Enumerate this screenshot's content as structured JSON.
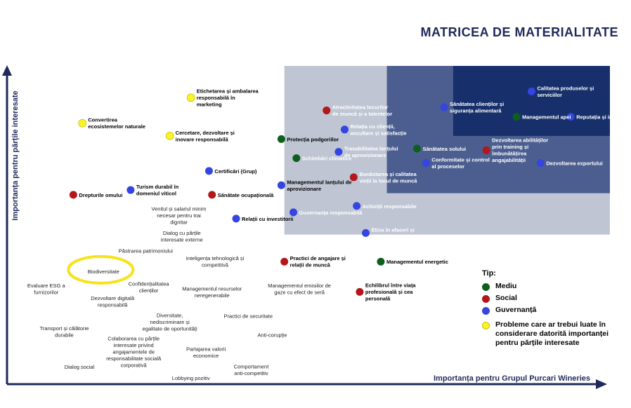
{
  "title": "MATRICEA DE MATERIALITATE",
  "colors": {
    "axis": "#1f2a5a",
    "green": "#0e5e1e",
    "red": "#b3161b",
    "blue": "#3445e0",
    "yellow": "#f7f229",
    "zone_light": "#bfc5d3",
    "zone_mid": "#4b5e8f",
    "zone_dark": "#17306b",
    "highlight": "#f7e31b"
  },
  "legend": {
    "title": "Tip:",
    "items": [
      {
        "label": "Mediu",
        "color": "#0e5e1e"
      },
      {
        "label": "Social",
        "color": "#b3161b"
      },
      {
        "label": "Guvernanță",
        "color": "#3445e0"
      },
      {
        "label": "Probleme care ar trebui luate în considerare datorită importanței pentru părțile interesate",
        "color": "#f7f229"
      }
    ]
  },
  "chart_data": {
    "type": "scatter",
    "xlabel": "Importanța pentru Grupul Purcari Wineries",
    "ylabel": "Importanța pentru părțile interesate",
    "xlim": [
      0,
      100
    ],
    "ylim": [
      0,
      100
    ],
    "zones": [
      {
        "level": "light",
        "x": [
          46,
          100
        ],
        "y": [
          47,
          100
        ]
      },
      {
        "level": "mid",
        "x": [
          63,
          100
        ],
        "y": [
          60,
          100
        ]
      },
      {
        "level": "dark",
        "x": [
          74,
          100
        ],
        "y": [
          78,
          100
        ]
      }
    ],
    "points": [
      {
        "label": "Calitatea produselor și serviciilor",
        "category": "guvernanta",
        "x": 87,
        "y": 92,
        "dark": true
      },
      {
        "label": "Reputația și imaginea",
        "category": "guvernanta",
        "x": 93.5,
        "y": 84,
        "dark": true
      },
      {
        "label": "Sănătatea clienților și siguranța alimentară",
        "category": "guvernanta",
        "x": 72.5,
        "y": 87,
        "dark": true
      },
      {
        "label": "Managementul apei",
        "category": "mediu",
        "x": 84.5,
        "y": 84,
        "dark": true
      },
      {
        "label": "Atractivitatea locurilor de muncă și a talentelor",
        "category": "social",
        "x": 53,
        "y": 86,
        "dark": false
      },
      {
        "label": "Relația cu clienții, ascultare și satisfacție",
        "category": "guvernanta",
        "x": 56,
        "y": 80,
        "dark": false
      },
      {
        "label": "Protecția podgoriilor",
        "category": "mediu",
        "x": 45.5,
        "y": 77,
        "dark": false
      },
      {
        "label": "Sănătatea solului",
        "category": "mediu",
        "x": 68,
        "y": 74,
        "dark": false
      },
      {
        "label": "Dezvoltarea abilităților prin training și îmbunătățirea angajabilității",
        "category": "social",
        "x": 79.5,
        "y": 73.5,
        "dark": false
      },
      {
        "label": "Trasabilitatea lanțului de aprovizionare",
        "category": "guvernanta",
        "x": 55,
        "y": 73,
        "dark": false
      },
      {
        "label": "Schimbări climatice",
        "category": "mediu",
        "x": 48,
        "y": 71,
        "dark": false
      },
      {
        "label": "Conformitate și control al proceselor",
        "category": "guvernanta",
        "x": 69.5,
        "y": 69.5,
        "dark": false
      },
      {
        "label": "Dezvoltarea exportului",
        "category": "guvernanta",
        "x": 88.5,
        "y": 69.5,
        "dark": true
      },
      {
        "label": "Bunăstarea și calitatea vieții la locul de muncă",
        "category": "social",
        "x": 57.5,
        "y": 65,
        "dark": false
      },
      {
        "label": "Managementul lanțului de aprovizionare",
        "category": "guvernanta",
        "x": 45.5,
        "y": 62.5,
        "dark": false
      },
      {
        "label": "Achiziții responsabile",
        "category": "guvernanta",
        "x": 58,
        "y": 56,
        "dark": false
      },
      {
        "label": "Guvernanța responsabilă",
        "category": "guvernanta",
        "x": 47.5,
        "y": 54,
        "dark": false
      },
      {
        "label": "Etica în afaceri și practici corecte",
        "category": "guvernanta",
        "x": 59.5,
        "y": 47.5,
        "dark": false
      },
      {
        "label": "Etichetarea și ambalarea responsabilă în marketing",
        "category": "yellow",
        "x": 30.5,
        "y": 90,
        "dark": false
      },
      {
        "label": "Convertirea ecosistemelor naturale",
        "category": "yellow",
        "x": 12.5,
        "y": 82,
        "dark": false
      },
      {
        "label": "Cercetare, dezvoltare și inovare responsabilă",
        "category": "yellow",
        "x": 27,
        "y": 78,
        "dark": false
      },
      {
        "label": "Certificări (Grup)",
        "category": "guvernanta",
        "x": 33.5,
        "y": 67,
        "dark": false
      },
      {
        "label": "Sănătate ocupațională",
        "category": "social",
        "x": 34,
        "y": 59.5,
        "dark": false
      },
      {
        "label": "Drepturile omului",
        "category": "social",
        "x": 11,
        "y": 59.5,
        "dark": false
      },
      {
        "label": "Turism durabil în domeniul viticol",
        "category": "guvernanta",
        "x": 20.5,
        "y": 61,
        "dark": false
      },
      {
        "label": "Relații cu investitorii",
        "category": "guvernanta",
        "x": 38,
        "y": 52,
        "dark": false
      },
      {
        "label": "Practici de angajare și relații de muncă",
        "category": "social",
        "x": 46,
        "y": 38.5,
        "dark": false
      },
      {
        "label": "Managementul energetic",
        "category": "mediu",
        "x": 62,
        "y": 38.5,
        "dark": false
      },
      {
        "label": "Echilibrul între viața profesională și cea personală",
        "category": "social",
        "x": 58.5,
        "y": 29,
        "dark": false
      }
    ],
    "text_items": [
      {
        "label": "Venitul și salariul minim necesar pentru trai dignitar",
        "x": 28.5,
        "y": 53
      },
      {
        "label": "Dialog cu părțile interesate externe",
        "x": 29,
        "y": 46.5
      },
      {
        "label": "Păstrarea patrimoniului",
        "x": 23,
        "y": 42
      },
      {
        "label": "Inteligența tehnologică și competitivă",
        "x": 34.5,
        "y": 38.5
      },
      {
        "label": "Biodiversitate",
        "x": 16,
        "y": 35.5
      },
      {
        "label": "Evaluare ESG a furnizorilor",
        "x": 6.5,
        "y": 30
      },
      {
        "label": "Confidențialitatea clienților",
        "x": 23.5,
        "y": 30.5
      },
      {
        "label": "Managementul resurselor neregenerabile",
        "x": 34,
        "y": 29
      },
      {
        "label": "Managementul emisiilor de gaze cu efect de seră",
        "x": 48.5,
        "y": 30
      },
      {
        "label": "Dezvoltare digitală responsabilă",
        "x": 17.5,
        "y": 26
      },
      {
        "label": "Practici de securitate",
        "x": 40,
        "y": 21.5
      },
      {
        "label": "Diversitate, nediscriminare și egalitate de oportunități",
        "x": 27,
        "y": 19.5
      },
      {
        "label": "Transport și călătorie durabile",
        "x": 9.5,
        "y": 16.5
      },
      {
        "label": "Anti-corupție",
        "x": 44,
        "y": 15.5
      },
      {
        "label": "Colaborarea cu părțile interesate privind angajamentele de responsabilitate socială corporativă",
        "x": 21,
        "y": 10
      },
      {
        "label": "Partajarea valorii economice",
        "x": 33,
        "y": 10
      },
      {
        "label": "Comportament anti-competitiv",
        "x": 40.5,
        "y": 4.5
      },
      {
        "label": "Dialog social",
        "x": 12,
        "y": 5.5
      },
      {
        "label": "Lobbying pozitiv",
        "x": 30.5,
        "y": 2
      }
    ],
    "highlight": {
      "label": "Biodiversitate",
      "color": "#f7e31b"
    }
  }
}
